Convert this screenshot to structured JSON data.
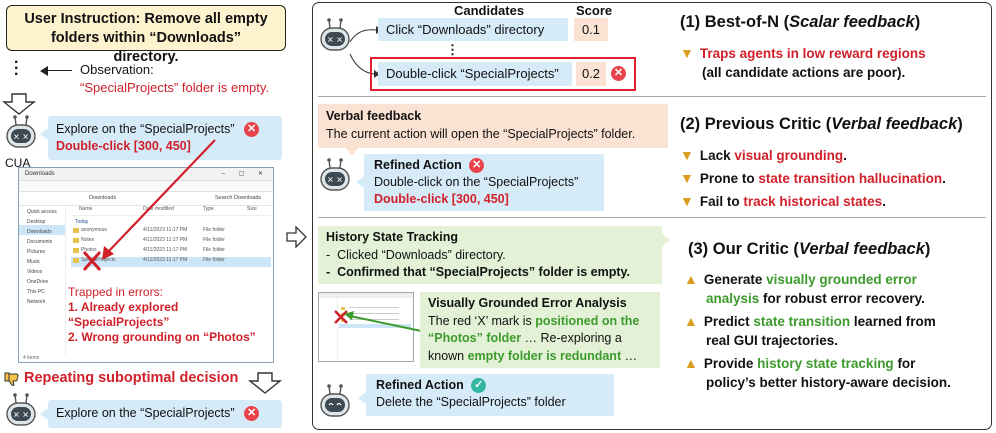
{
  "left": {
    "instruction": "User Instruction: Remove all empty folders within “Downloads” directory.",
    "observation_label": "Observation:",
    "observation_text": "“SpecialProjects” folder is empty.",
    "cua_label": "CUA",
    "action1_line1": "Explore on the “SpecialProjects”",
    "action1_line2": "Double-click [300, 450]",
    "trapped_title": "Trapped in errors:",
    "trapped_1": "1. Already explored “SpecialProjects”",
    "trapped_2": "2. Wrong grounding on “Photos”",
    "repeating": "Repeating suboptimal decision",
    "action2": "Explore on the “SpecialProjects”",
    "window": {
      "title": "Downloads",
      "address": "Downloads",
      "search": "Search Downloads",
      "sidebar": [
        "Quick access",
        "Desktop",
        "Downloads",
        "Documents",
        "Pictures",
        "Music",
        "Videos",
        "OneDrive",
        "This PC",
        "Network"
      ],
      "columns": [
        "Name",
        "Date modified",
        "Type",
        "Size"
      ],
      "group": "Today",
      "rows": [
        {
          "name": "anonymous",
          "date": "4/11/2023 11:17 PM",
          "type": "File folder"
        },
        {
          "name": "Notes",
          "date": "4/11/2023 11:17 PM",
          "type": "File folder"
        },
        {
          "name": "Photos",
          "date": "4/11/2023 11:17 PM",
          "type": "File folder"
        },
        {
          "name": "SpecialProjects",
          "date": "4/11/2023 11:17 PM",
          "type": "File folder"
        }
      ],
      "status": "4 items"
    }
  },
  "panel1": {
    "candidates_header": "Candidates",
    "score_header": "Score",
    "cand1": "Click “Downloads” directory",
    "score1": "0.1",
    "dots": "⋮",
    "cand2": "Double-click “SpecialProjects”",
    "score2": "0.2",
    "title_a": "(1) Best-of-N (",
    "title_b": "Scalar feedback",
    "title_c": ")",
    "bullet1_red": "Traps agents in low reward regions",
    "bullet1_rest": "(all candidate actions are poor)."
  },
  "panel2": {
    "verbal_title": "Verbal feedback",
    "verbal_text": "The current action will open the “SpecialProjects” folder.",
    "refined_title": "Refined Action",
    "refined_line1": "Double-click on the “SpecialProjects”",
    "refined_line2": "Double-click [300, 450]",
    "title_a": "(2) Previous Critic (",
    "title_b": "Verbal feedback",
    "title_c": ")",
    "b1_pre": "Lack ",
    "b1_red": "visual grounding",
    "b1_post": ".",
    "b2_pre": "Prone to ",
    "b2_red": "state transition hallucination",
    "b2_post": ".",
    "b3_pre": "Fail to ",
    "b3_red": "track historical states",
    "b3_post": "."
  },
  "panel3": {
    "history_title": "History State Tracking",
    "history_1": "Clicked “Downloads” directory.",
    "history_2": "Confirmed that “SpecialProjects” folder is empty.",
    "analysis_title": "Visually Grounded Error Analysis",
    "analysis_a": "The red ‘X’ mark is ",
    "analysis_g1": "positioned on the",
    "analysis_g2": "“Photos” folder",
    "analysis_b": " … Re-exploring a",
    "analysis_c": "known ",
    "analysis_g3": "empty folder is redundant",
    "analysis_d": " …",
    "refined_title": "Refined Action",
    "refined_text": "Delete the “SpecialProjects” folder",
    "title_a": "(3) Our Critic (",
    "title_b": "Verbal feedback",
    "title_c": ")",
    "b1_pre": "Generate ",
    "b1_g": "visually grounded error",
    "b1_g2": "analysis",
    "b1_post": " for robust error recovery.",
    "b2_pre": "Predict ",
    "b2_g": "state transition",
    "b2_post": " learned from",
    "b2_line2": "real GUI trajectories.",
    "b3_pre": "Provide ",
    "b3_g": "history state tracking",
    "b3_post": " for",
    "b3_line2": "policy’s better history-aware decision."
  },
  "colors": {
    "red": "#d0202a",
    "green": "#3d9a2c",
    "blue_box": "#d6ebf8",
    "green_box": "#e3f2d6",
    "peach_box": "#fbe3d3"
  }
}
